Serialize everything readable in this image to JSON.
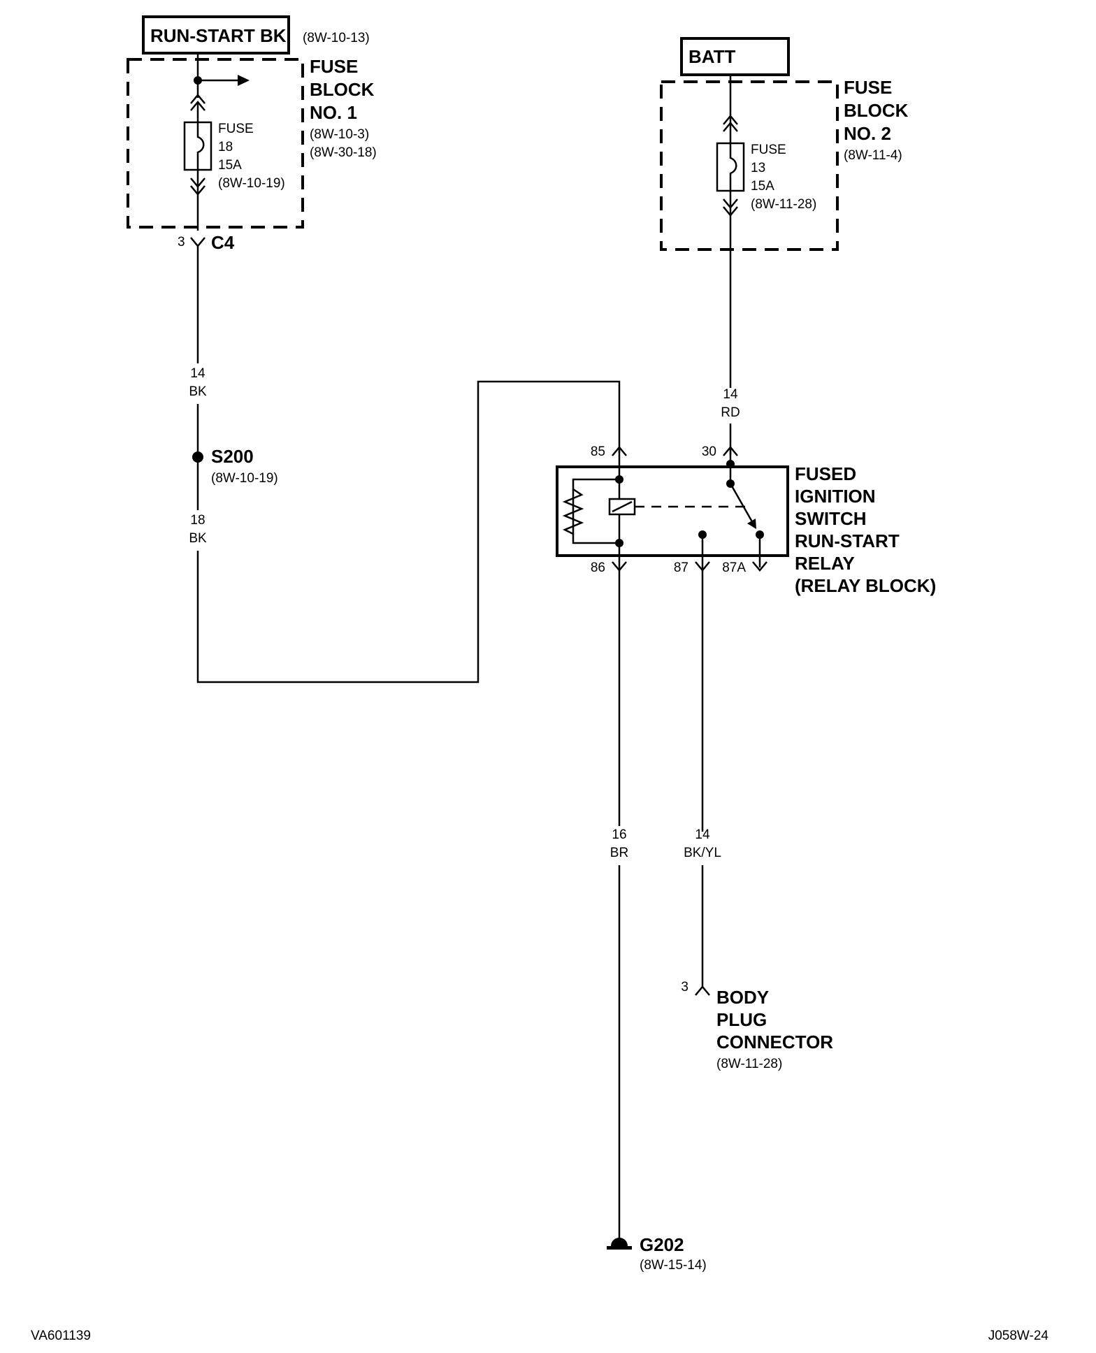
{
  "run_start_box": "RUN-START BK",
  "run_start_ref": "(8W-10-13)",
  "fuse_block_1": {
    "title": [
      "FUSE",
      "BLOCK",
      "NO. 1"
    ],
    "refs": [
      "(8W-10-3)",
      "(8W-30-18)"
    ],
    "fuse_lines": [
      "FUSE",
      "18",
      "15A",
      "(8W-10-19)"
    ],
    "connector_pin": "3",
    "connector": "C4"
  },
  "batt_box": "BATT",
  "fuse_block_2": {
    "title": [
      "FUSE",
      "BLOCK",
      "NO. 2"
    ],
    "refs": [
      "(8W-11-4)"
    ],
    "fuse_lines": [
      "FUSE",
      "13",
      "15A",
      "(8W-11-28)"
    ]
  },
  "wire_14_bk": [
    "14",
    "BK"
  ],
  "splice": {
    "label": "S200",
    "ref": "(8W-10-19)"
  },
  "wire_18_bk": [
    "18",
    "BK"
  ],
  "wire_14_rd": [
    "14",
    "RD"
  ],
  "relay": {
    "pins": {
      "p85": "85",
      "p30": "30",
      "p86": "86",
      "p87": "87",
      "p87a": "87A"
    },
    "title": [
      "FUSED",
      "IGNITION",
      "SWITCH",
      "RUN-START",
      "RELAY",
      "(RELAY BLOCK)"
    ]
  },
  "wire_16_br": [
    "16",
    "BR"
  ],
  "wire_14_bkyl": [
    "14",
    "BK/YL"
  ],
  "body_plug": {
    "pin": "3",
    "title": [
      "BODY",
      "PLUG",
      "CONNECTOR"
    ],
    "ref": "(8W-11-28)"
  },
  "ground": {
    "label": "G202",
    "ref": "(8W-15-14)"
  },
  "footer_left": "VA601139",
  "footer_right": "J058W-24"
}
